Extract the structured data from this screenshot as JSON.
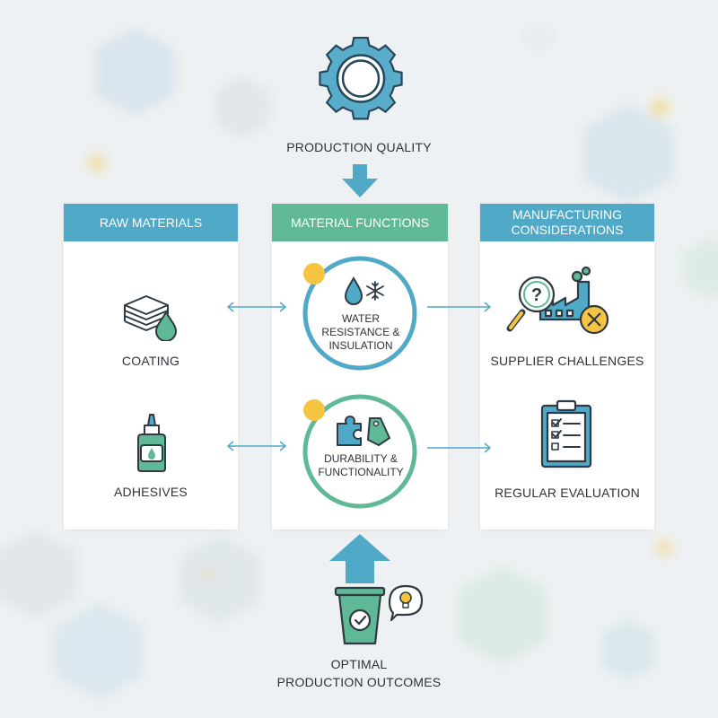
{
  "top": {
    "label": "PRODUCTION QUALITY",
    "icon": "gear-icon"
  },
  "columns": {
    "raw_materials": {
      "title": "RAW MATERIALS",
      "items": [
        {
          "label": "COATING",
          "icon": "coating-layers-icon"
        },
        {
          "label": "ADHESIVES",
          "icon": "glue-bottle-icon"
        }
      ]
    },
    "material_functions": {
      "title": "MATERIAL FUNCTIONS",
      "items": [
        {
          "label": "WATER RESISTANCE & INSULATION",
          "icon": "water-snowflake-icon"
        },
        {
          "label": "DURABILITY & FUNCTIONALITY",
          "icon": "puzzle-tag-icon"
        }
      ]
    },
    "manufacturing": {
      "title": "MANUFACTURING CONSIDERATIONS",
      "items": [
        {
          "label": "SUPPLIER CHALLENGES",
          "icon": "factory-search-icon"
        },
        {
          "label": "REGULAR EVALUATION",
          "icon": "clipboard-checklist-icon"
        }
      ]
    }
  },
  "bottom": {
    "label_line1": "OPTIMAL",
    "label_line2": "PRODUCTION OUTCOMES",
    "icon": "cup-check-idea-icon"
  },
  "colors": {
    "blue": "#4fa9c7",
    "green": "#5fb996",
    "accent_yellow": "#f5c542",
    "bg": "#eef1f3"
  }
}
